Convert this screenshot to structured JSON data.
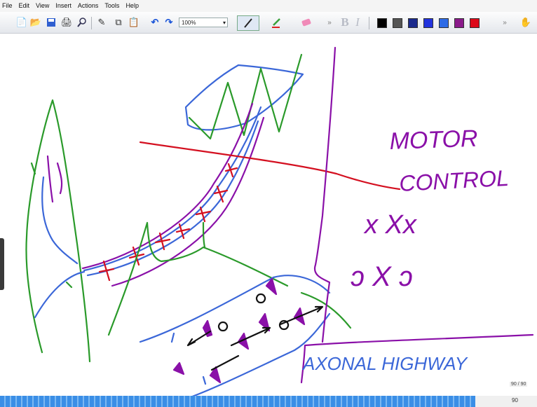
{
  "menu": {
    "items": [
      "File",
      "Edit",
      "View",
      "Insert",
      "Actions",
      "Tools",
      "Help"
    ]
  },
  "toolbar": {
    "zoom_value": "100%",
    "icons": [
      "new-page-icon",
      "open-icon",
      "save-icon",
      "print-icon",
      "find-icon",
      "pen-icon",
      "copy-icon",
      "paste-icon",
      "undo-icon",
      "redo-icon",
      "pen-tool-icon",
      "highlighter-icon",
      "eraser-icon",
      "bold-icon",
      "italic-icon",
      "hand-icon"
    ],
    "swatches": [
      "#000000",
      "#555555",
      "#1b2a8c",
      "#2233dd",
      "#2e6be6",
      "#8a1a8a",
      "#dd0a1a"
    ],
    "overflow": "»"
  },
  "canvas": {
    "text": {
      "motor": "MOTOR",
      "control": "CONTROL",
      "row1": "x  Xx",
      "row2": "ɔ  X  ɔ",
      "axonal": "AXONAL  HIGHWAY"
    }
  },
  "status": {
    "page_indicator": "90 / 90",
    "page_number": "90",
    "progress_fraction": 0.885
  },
  "colors": {
    "ink_purple": "#8a10a8",
    "ink_blue": "#3b67d8",
    "ink_green": "#2a9a2a",
    "ink_red": "#d41020",
    "ink_black": "#111111"
  }
}
